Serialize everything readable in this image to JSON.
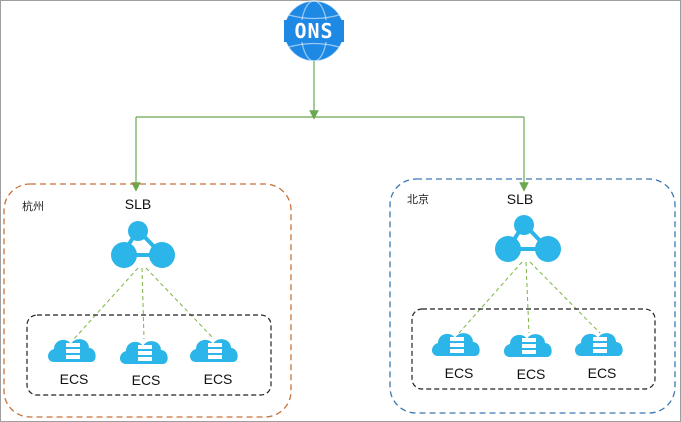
{
  "ons": {
    "text": "ONS",
    "icon": "globe-dns-icon"
  },
  "regions": [
    {
      "id": "hangzhou",
      "label": "杭州",
      "color": "#c8723a",
      "slb": {
        "label": "SLB",
        "icon": "load-balancer-icon"
      },
      "ecs": [
        {
          "label": "ECS",
          "icon": "cloud-server-icon"
        },
        {
          "label": "ECS",
          "icon": "cloud-server-icon"
        },
        {
          "label": "ECS",
          "icon": "cloud-server-icon"
        }
      ]
    },
    {
      "id": "beijing",
      "label": "北京",
      "color": "#3a78b5",
      "slb": {
        "label": "SLB",
        "icon": "load-balancer-icon"
      },
      "ecs": [
        {
          "label": "ECS",
          "icon": "cloud-server-icon"
        },
        {
          "label": "ECS",
          "icon": "cloud-server-icon"
        },
        {
          "label": "ECS",
          "icon": "cloud-server-icon"
        }
      ]
    }
  ],
  "colors": {
    "icon_blue": "#2bb5e8",
    "ons_blue": "#1e88e5",
    "connector_green": "#6aa84f",
    "dashed_link_green": "#7cb342",
    "group_border": "#222222",
    "frame_border": "#9e9e9e"
  }
}
